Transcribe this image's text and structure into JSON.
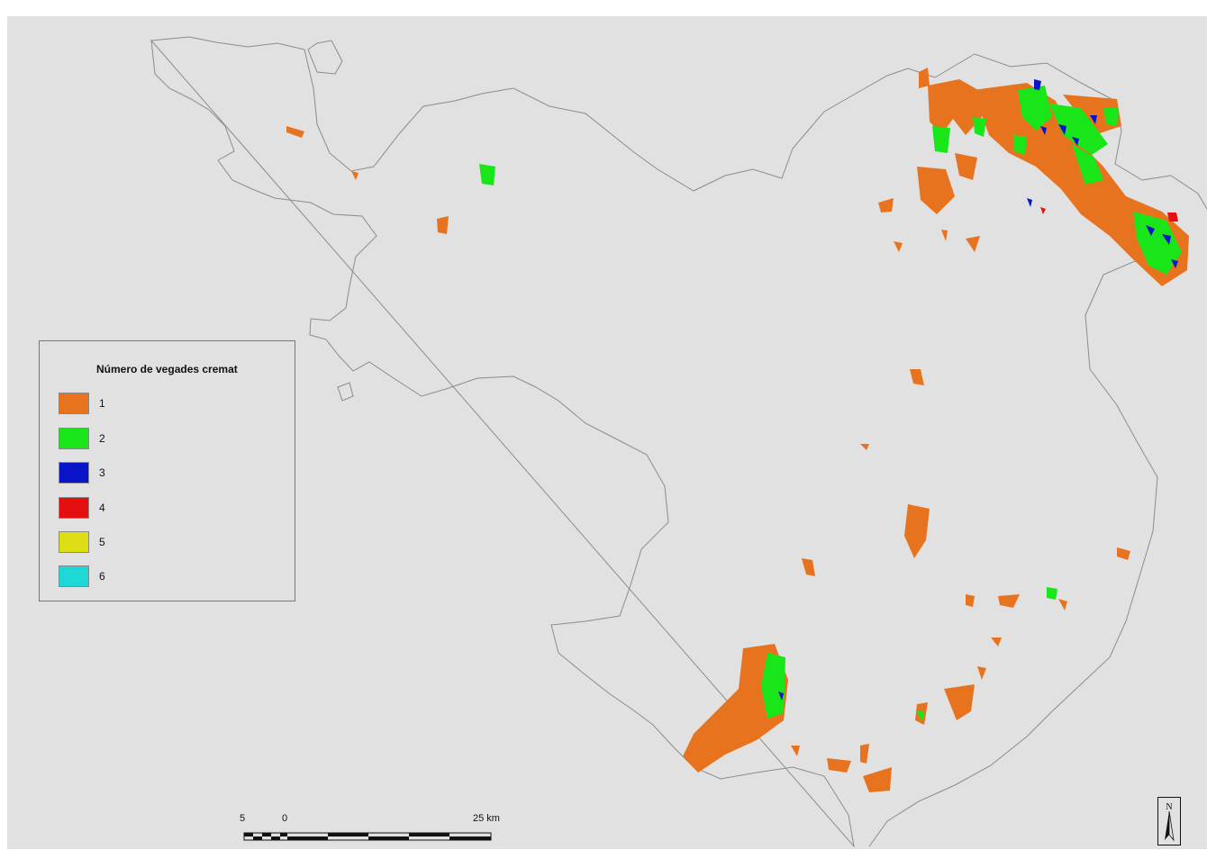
{
  "legend": {
    "title": "Número de vegades cremat",
    "items": [
      {
        "label": "1",
        "color": "#e8731e"
      },
      {
        "label": "2",
        "color": "#19e619"
      },
      {
        "label": "3",
        "color": "#0a14c8"
      },
      {
        "label": "4",
        "color": "#e60f0f"
      },
      {
        "label": "5",
        "color": "#dede14"
      },
      {
        "label": "6",
        "color": "#1ed7d7"
      }
    ]
  },
  "scale_bar": {
    "labels": [
      "5",
      "0",
      "25 km"
    ]
  },
  "north_arrow": {
    "label": "N",
    "icon": "north-arrow-icon"
  },
  "colors": {
    "background": "#e1e1e1",
    "boundary": "#8c8c8c"
  }
}
